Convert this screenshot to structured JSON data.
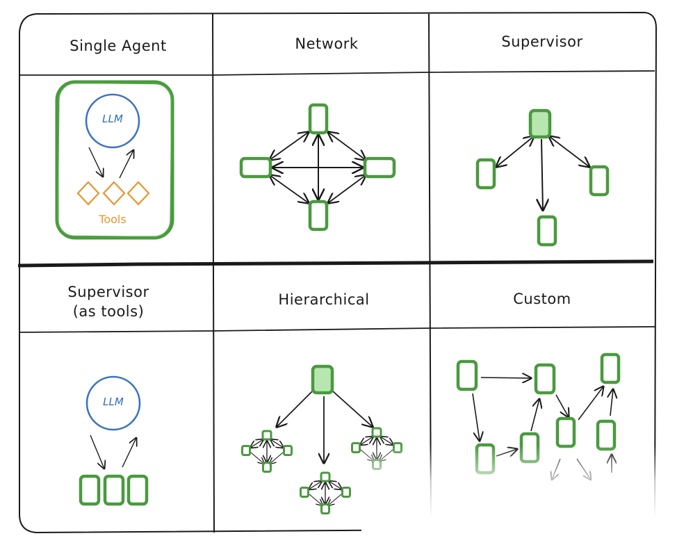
{
  "panels": [
    {
      "title": "Single Agent"
    },
    {
      "title": "Network"
    },
    {
      "title": "Supervisor"
    },
    {
      "title": "Supervisor\n(as tools)"
    },
    {
      "title": "Hierarchical"
    },
    {
      "title": "Custom"
    }
  ],
  "single_agent": {
    "llm_label": "LLM",
    "tools_label": "Tools"
  },
  "supervisor_tools": {
    "llm_label": "LLM"
  },
  "colors": {
    "agent_green": "#4a9a3f",
    "agent_fill": "#b8e6b0",
    "llm_blue": "#3a73c0",
    "tool_orange": "#e8952e",
    "ink": "#1a1a1a"
  }
}
